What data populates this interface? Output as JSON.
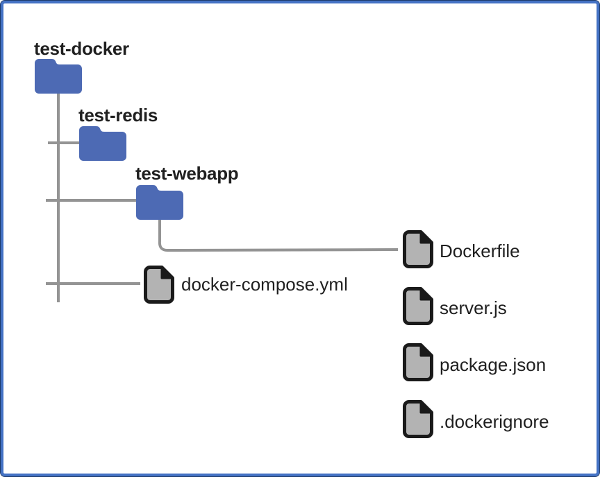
{
  "diagram_type": "directory-tree",
  "palette": {
    "frame_border": "#4472C4",
    "frame_edge": "#1D3A6B",
    "folder_blue": "#4D6AB4",
    "file_gray": "#B3B3B3",
    "icon_outline": "#1A1A1A",
    "connector_gray": "#949494",
    "label_color": "#1F1F1F"
  },
  "nodes": {
    "test_docker": {
      "label": "test-docker",
      "type": "folder"
    },
    "test_redis": {
      "label": "test-redis",
      "type": "folder"
    },
    "test_webapp": {
      "label": "test-webapp",
      "type": "folder"
    },
    "docker_compose": {
      "label": "docker-compose.yml",
      "type": "file"
    },
    "dockerfile": {
      "label": "Dockerfile",
      "type": "file"
    },
    "server_js": {
      "label": "server.js",
      "type": "file"
    },
    "package_json": {
      "label": "package.json",
      "type": "file"
    },
    "dockerignore": {
      "label": ".dockerignore",
      "type": "file"
    }
  },
  "hierarchy": {
    "test-docker": {
      "test-redis": {},
      "test-webapp": {
        "files": [
          "Dockerfile",
          "server.js",
          "package.json",
          ".dockerignore"
        ]
      },
      "files": [
        "docker-compose.yml"
      ]
    }
  }
}
